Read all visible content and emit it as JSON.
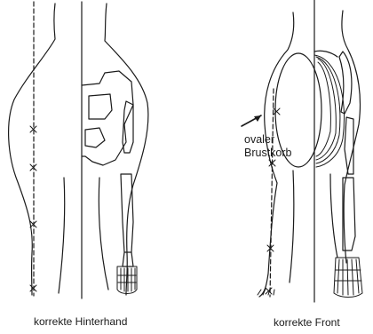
{
  "figure": {
    "left_caption": "korrekte Hinterhand",
    "right_caption": "korrekte Front",
    "annotation_line1": "ovaler",
    "annotation_line2": "Brustkorb"
  },
  "colors": {
    "ink": "#1a1a1a",
    "background": "#ffffff"
  }
}
